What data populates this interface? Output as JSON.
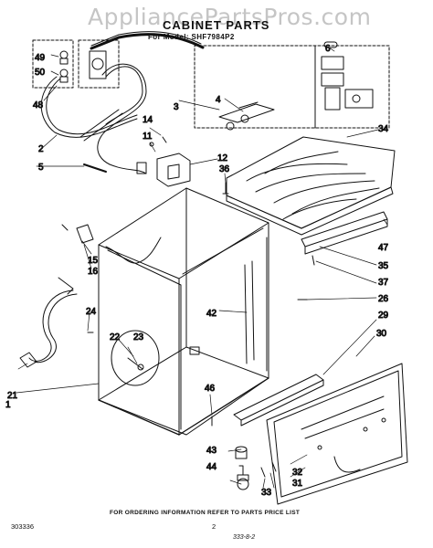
{
  "watermark": "AppliancePartsPros.com",
  "title": "CABINET PARTS",
  "model_line": "For Model: SHF7984P2",
  "footer_note": "FOR ORDERING INFORMATION REFER TO PARTS PRICE LIST",
  "document_number": "303336",
  "page_number": "2",
  "page_code": "333-8-2",
  "callouts": {
    "c1": "1",
    "c2": "2",
    "c3": "3",
    "c4": "4",
    "c5": "5",
    "c6": "6",
    "c11": "11",
    "c12": "12",
    "c14": "14",
    "c15": "15",
    "c16": "16",
    "c21": "21",
    "c22": "22",
    "c23": "23",
    "c24": "24",
    "c26": "26",
    "c29": "29",
    "c30": "30",
    "c31": "31",
    "c32": "32",
    "c33": "33",
    "c34": "34",
    "c35": "35",
    "c36": "36",
    "c37": "37",
    "c42": "42",
    "c43": "43",
    "c44": "44",
    "c46": "46",
    "c47": "47",
    "c48": "48",
    "c49": "49",
    "c50": "50"
  }
}
